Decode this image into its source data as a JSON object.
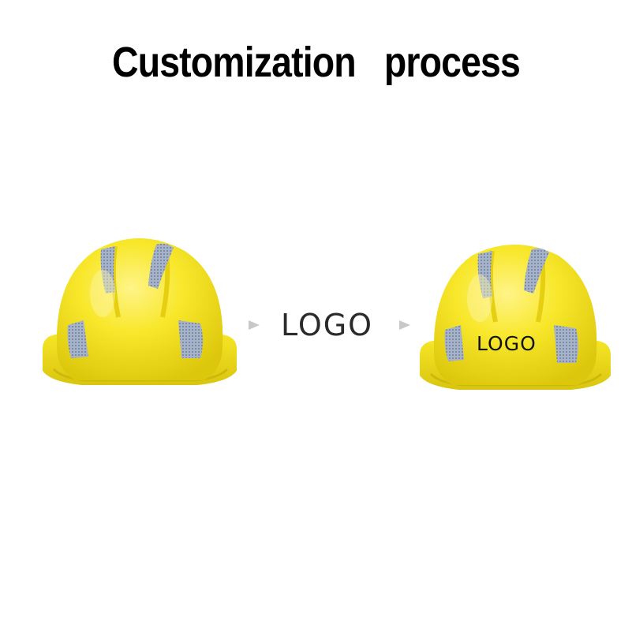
{
  "title": "Customization   process",
  "middle_label": "LOGO",
  "helmet_label": "LOGO",
  "icons": {
    "helmet_before": "plain-yellow-helmet-icon",
    "helmet_after": "logo-yellow-helmet-icon",
    "arrow": "arrow-right-icon"
  },
  "colors": {
    "helmet_yellow": "#f5e21a",
    "reflective_strip": "#a9b6cc",
    "arrow": "#c8c8c8"
  }
}
